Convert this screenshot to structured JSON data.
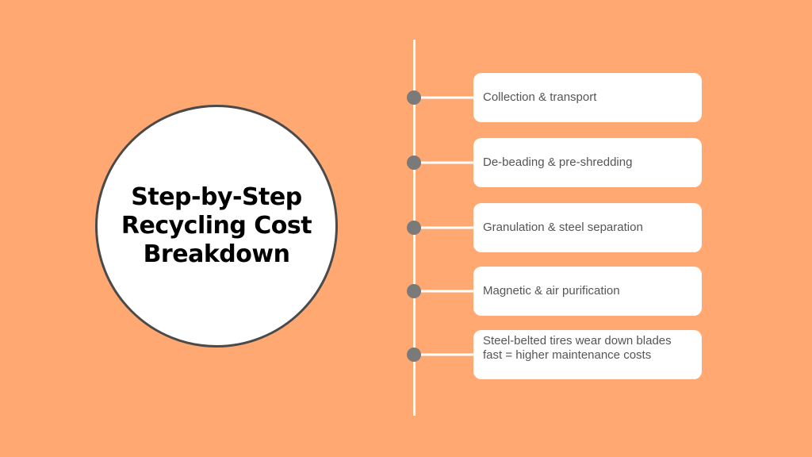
{
  "title": "Step-by-Step Recycling Cost Breakdown",
  "colors": {
    "background": "#FFA872",
    "circle_fill": "#FFFFFF",
    "circle_border": "#4A4A4A",
    "timeline": "#FFFFFF",
    "dot": "#7A7A7A",
    "card_text": "#555555"
  },
  "steps": [
    {
      "label": "Collection & transport"
    },
    {
      "label": "De-beading & pre-shredding"
    },
    {
      "label": "Granulation & steel separation"
    },
    {
      "label": "Magnetic & air purification"
    },
    {
      "label": "Steel-belted tires wear down blades fast = higher maintenance costs"
    }
  ]
}
